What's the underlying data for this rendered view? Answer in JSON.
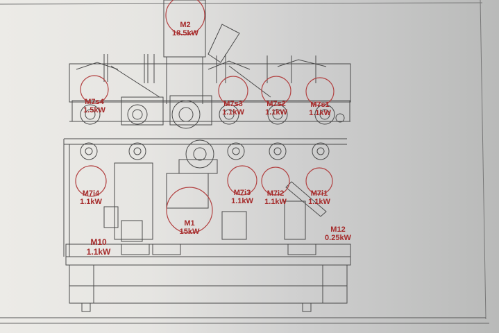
{
  "motors": [
    {
      "id": "m2",
      "name": "M2",
      "power": "18.5kW"
    },
    {
      "id": "m7s4",
      "name": "M7s4",
      "power": "1.5kW"
    },
    {
      "id": "m7s3",
      "name": "M7s3",
      "power": "1.1kW"
    },
    {
      "id": "m7s2",
      "name": "M7s2",
      "power": "1.1kW"
    },
    {
      "id": "m7s1",
      "name": "M7s1",
      "power": "1.1kW"
    },
    {
      "id": "m7i4",
      "name": "M7i4",
      "power": "1.1kW"
    },
    {
      "id": "m7i3",
      "name": "M7i3",
      "power": "1.1kW"
    },
    {
      "id": "m7i2",
      "name": "M7i2",
      "power": "1.1kW"
    },
    {
      "id": "m7i1",
      "name": "M7i1",
      "power": "1.1kW"
    },
    {
      "id": "m1",
      "name": "M1",
      "power": "15kW"
    },
    {
      "id": "m12",
      "name": "M12",
      "power": "0.25kW"
    },
    {
      "id": "m10",
      "name": "M10",
      "power": "1.1kW"
    }
  ],
  "colors": {
    "label": "#a52a2a",
    "line": "#3c3c3c"
  }
}
